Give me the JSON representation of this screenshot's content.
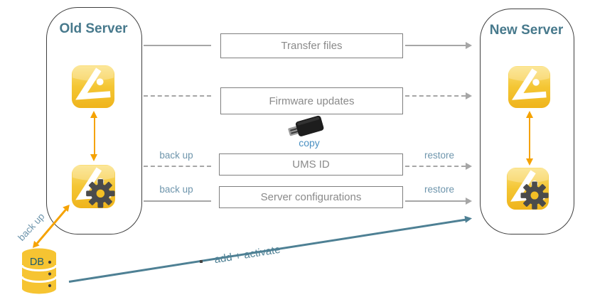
{
  "old_server": {
    "title": "Old Server"
  },
  "new_server": {
    "title": "New Server"
  },
  "flows": [
    {
      "label": "Transfer files",
      "line_style": "solid",
      "left_label": "",
      "right_label": ""
    },
    {
      "label": "Firmware updates",
      "line_style": "dashed",
      "left_label": "",
      "right_label": ""
    },
    {
      "label": "UMS ID",
      "line_style": "dashed",
      "left_label": "back up",
      "right_label": "restore"
    },
    {
      "label": "Server configurations",
      "line_style": "solid",
      "left_label": "back up",
      "right_label": "restore"
    }
  ],
  "usb": {
    "label": "copy"
  },
  "database": {
    "label": "DB",
    "backup_label": "back up"
  },
  "migration_arrow": {
    "label": "add + activate"
  },
  "icons": [
    "igel-app-icon",
    "igel-app-gear-icon",
    "usb-stick-icon",
    "database-icon"
  ],
  "colors": {
    "heading_teal": "#47798C",
    "label_blue": "#6E95AC",
    "copy_blue": "#4A90C2",
    "flow_gray": "#A6A6A6",
    "box_border_gray": "#7F7F7F",
    "box_text_gray": "#8A8A8A",
    "orange": "#F5A201",
    "migration_teal": "#4E8094",
    "icon_gold": "#F4C634",
    "gear_gray": "#4B4B4B",
    "usb_black": "#1D1D1D",
    "db_yellow": "#F6C432"
  }
}
